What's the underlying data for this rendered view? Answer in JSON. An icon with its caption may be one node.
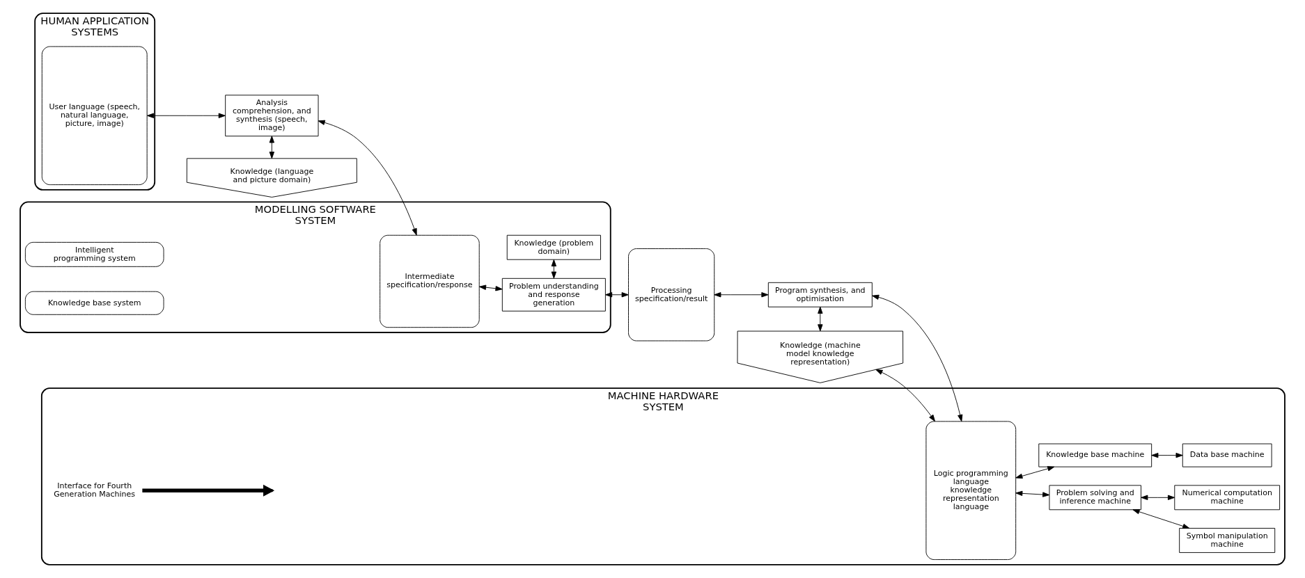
{
  "diagram": {
    "nodes": [
      {
        "text": [
          "HUMAN APPLICATION SYSTEMS"
        ]
      },
      {
        "text": [
          "MODELLING SOFTWARE SYSTEM"
        ]
      },
      {
        "text": [
          "MACHINE HARDWARE SYSTEM"
        ]
      },
      {
        "text": [
          "Intelligent programming system"
        ],
        "in": 1
      },
      {
        "text": [
          "User language (speech, natural language, picture, image)"
        ],
        "in": 0
      },
      {
        "text": [
          "Intermediate specification/response"
        ],
        "in": 1
      },
      {
        "text": [
          "Analysis comprehension, and synthesis (speech, image)"
        ]
      },
      {
        "text": [
          "Problem understanding and response generation"
        ],
        "in": 1
      },
      {
        "text": [
          "Processing specification/result"
        ]
      },
      {
        "text": [
          "Program synthesis, and optimisation"
        ]
      },
      {
        "text": [
          "Logic programming language",
          "knowledge representation language"
        ],
        "in": 2
      },
      {
        "text": [
          "Problem solving and inference machine"
        ],
        "in": 2
      },
      {
        "text": [
          "Symbol manipulation machine"
        ],
        "in": 2
      },
      {
        "text": [
          "Numerical computation machine"
        ],
        "in": 2
      },
      {
        "text": [
          "Knowledge base machine"
        ],
        "in": 2
      },
      {
        "text": [
          "Data base machine"
        ],
        "in": 2
      },
      {
        "text": [
          "Knowledge (language and picture domain)"
        ]
      },
      {
        "text": [
          "Knowledge (problem domain)"
        ],
        "in": 1
      },
      {
        "text": [
          "Knowledge (machine model knowledge representation)"
        ]
      },
      {
        "text": [
          "Interface for Fourth Generation Machines"
        ],
        "in": 2
      },
      {
        "text": [
          "Knowledge base system"
        ],
        "in": 1
      }
    ],
    "edges": [
      {
        "from": 4,
        "to": 6,
        "arrow": "both"
      },
      {
        "from": 6,
        "to": 5,
        "arrow": "both"
      },
      {
        "from": 5,
        "to": 7,
        "arrow": "both"
      },
      {
        "from": 7,
        "to": 8,
        "arrow": "both"
      },
      {
        "from": 8,
        "to": 9,
        "arrow": "both"
      },
      {
        "from": 9,
        "to": 10,
        "arrow": "both"
      },
      {
        "from": 10,
        "to": 11,
        "arrow": "both"
      },
      {
        "from": 11,
        "to": 12,
        "arrow": "both"
      },
      {
        "from": 11,
        "to": 13,
        "arrow": "both"
      },
      {
        "from": 14,
        "to": 15,
        "arrow": "both"
      },
      {
        "from": 6,
        "to": 16,
        "arrow": "both"
      },
      {
        "from": 7,
        "to": 17,
        "arrow": "both"
      },
      {
        "from": 9,
        "to": 18,
        "arrow": "both"
      },
      {
        "from": 18,
        "to": 10,
        "arrow": "both"
      },
      {
        "from": 10,
        "to": 14,
        "arrow": "both"
      },
      {
        "from": 19,
        "to": null,
        "arrow": "to",
        "style": "thick"
      }
    ]
  }
}
